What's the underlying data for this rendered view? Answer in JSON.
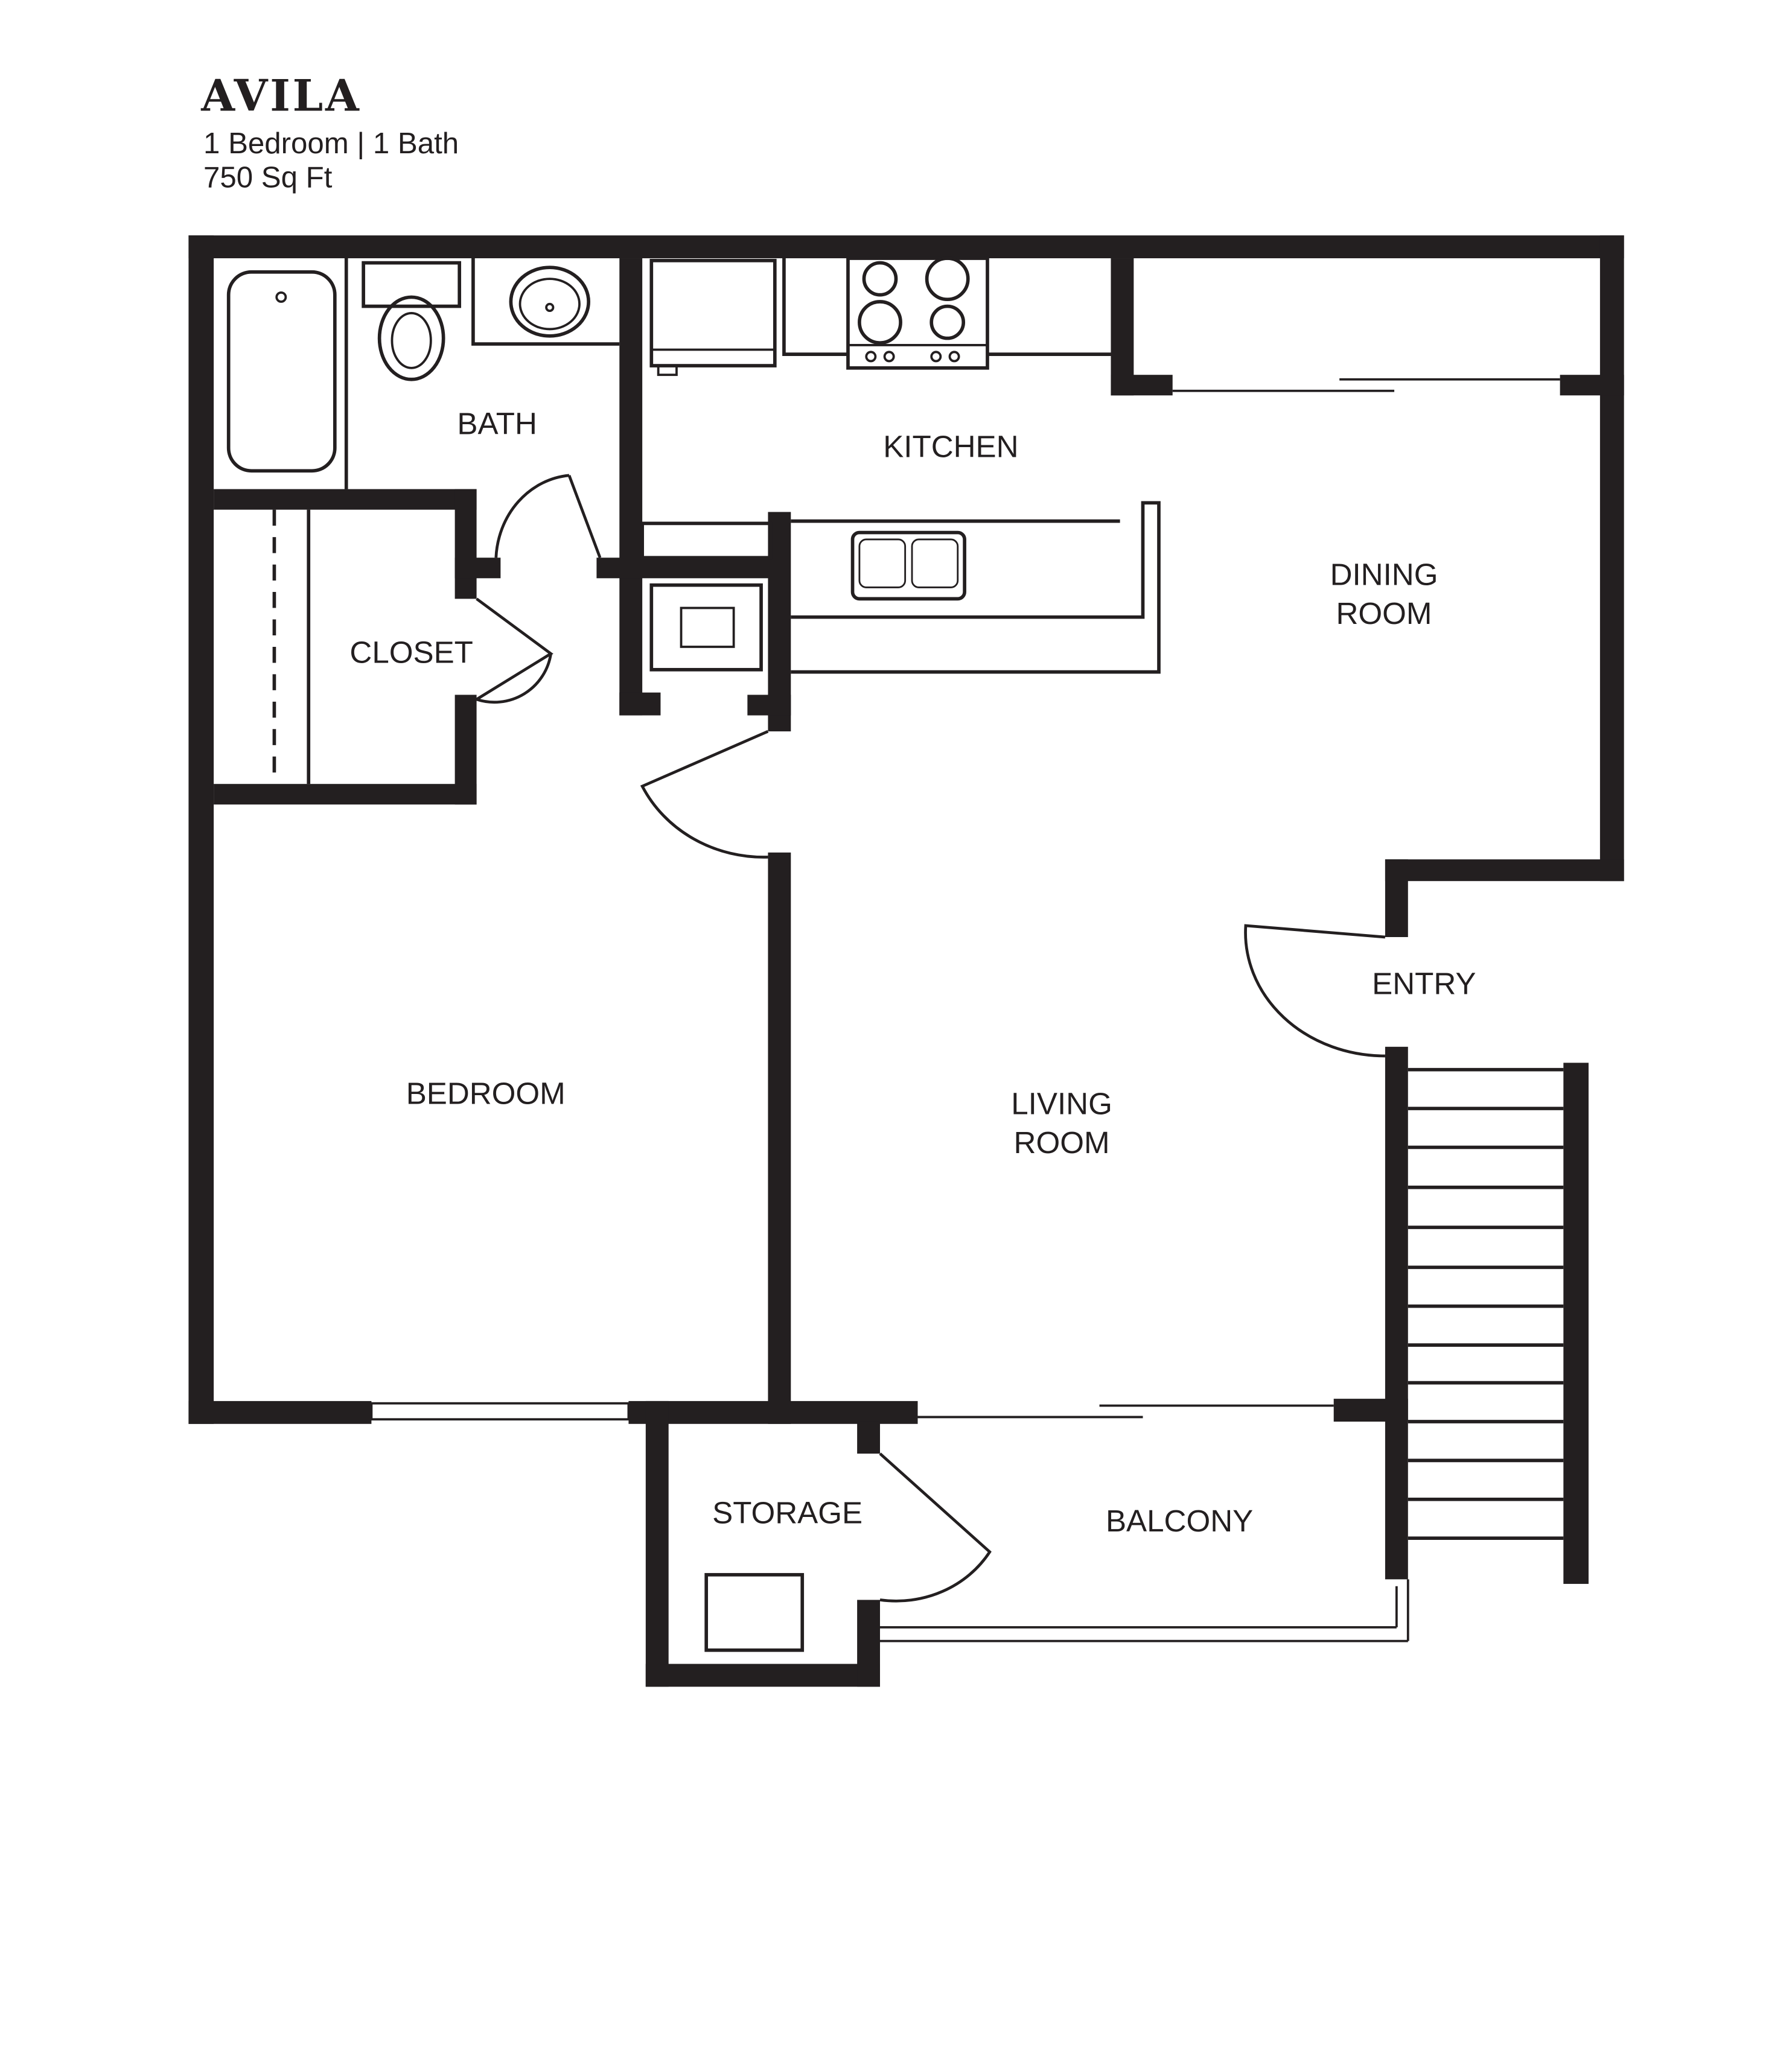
{
  "header": {
    "title": "AVILA",
    "beds_baths": "1 Bedroom | 1 Bath",
    "area": "750 Sq Ft"
  },
  "rooms": {
    "bath": "BATH",
    "kitchen": "KITCHEN",
    "dining_line1": "DINING",
    "dining_line2": "ROOM",
    "closet": "CLOSET",
    "entry": "ENTRY",
    "bedroom": "BEDROOM",
    "living_line1": "LIVING",
    "living_line2": "ROOM",
    "storage": "STORAGE",
    "balcony": "BALCONY"
  },
  "colors": {
    "ink": "#231f20",
    "background": "#ffffff"
  }
}
